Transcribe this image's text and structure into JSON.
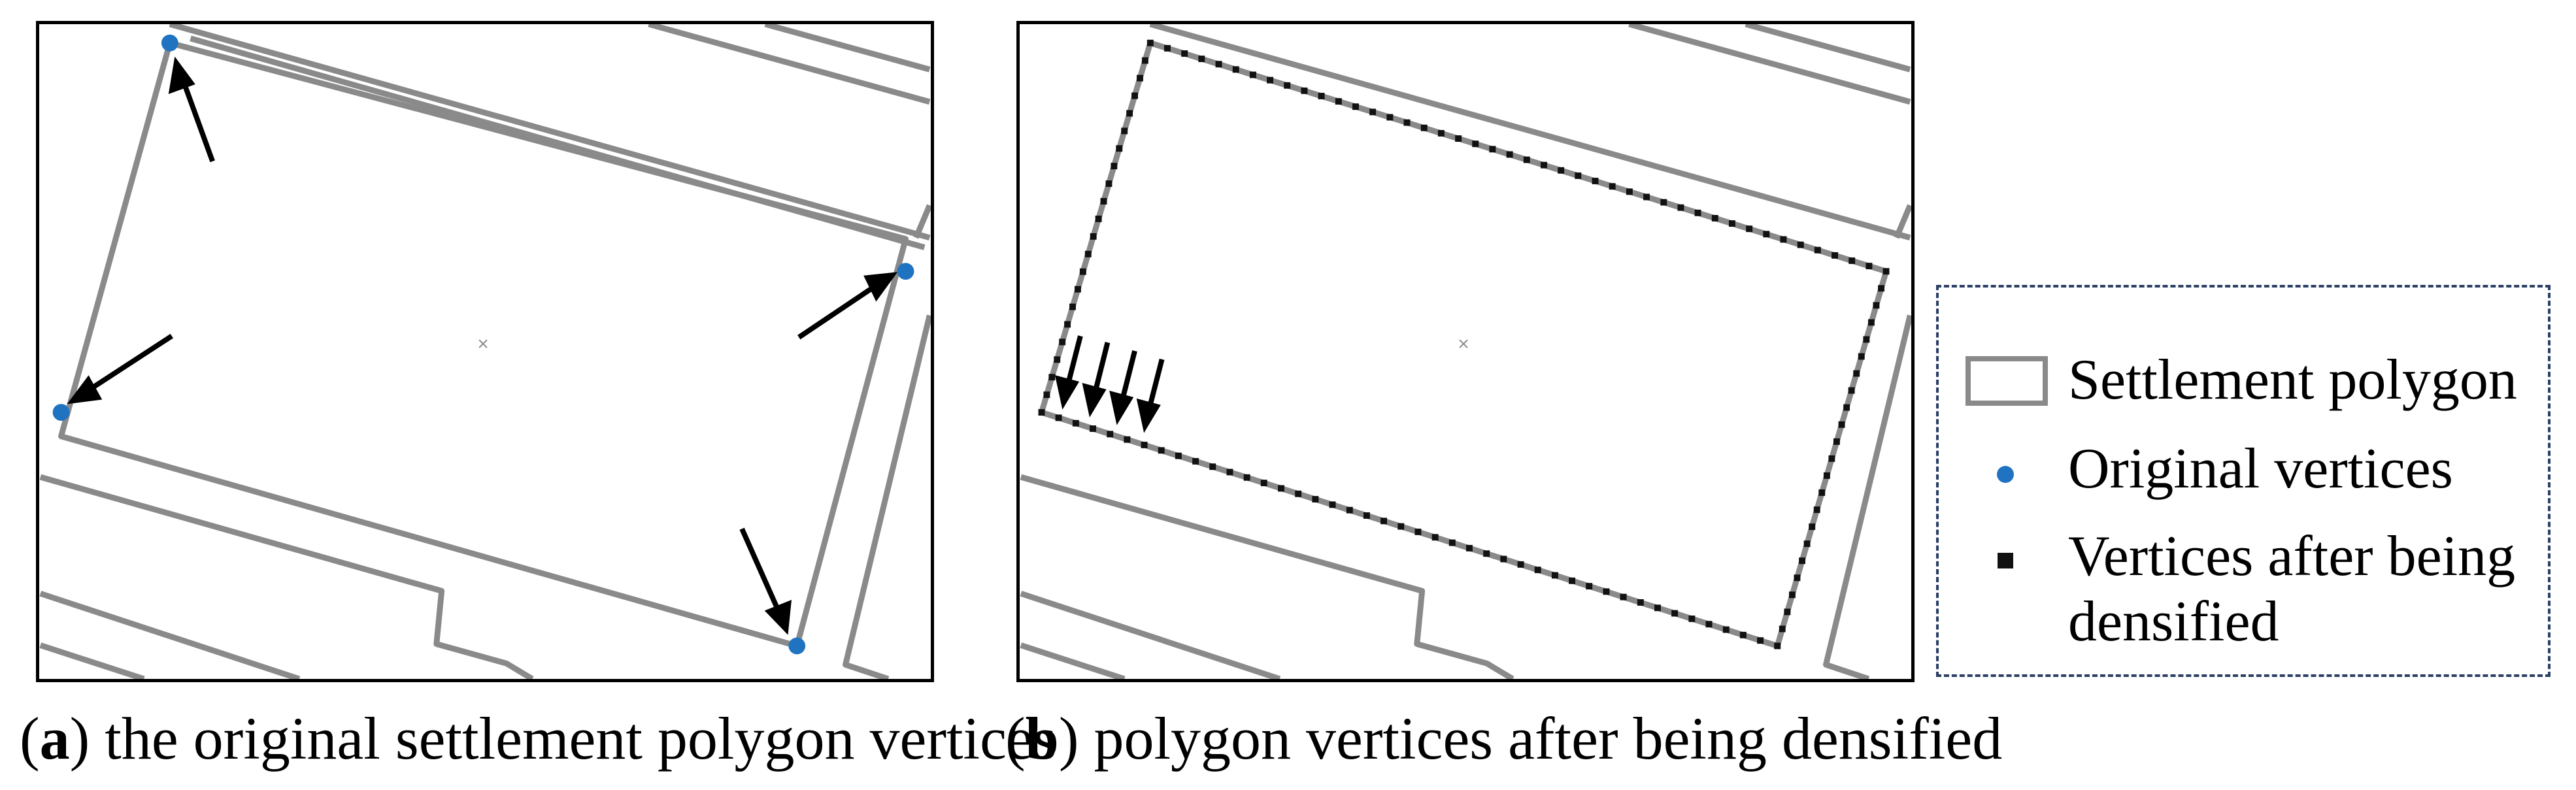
{
  "panels": {
    "a": {
      "caption_letter": "a",
      "caption_text": " the original settlement polygon vertices"
    },
    "b": {
      "caption_letter": "b",
      "caption_text": " polygon vertices after being densified"
    }
  },
  "legend": {
    "items": [
      {
        "symbol": "settlement-polygon-swatch",
        "label": "Settlement polygon"
      },
      {
        "symbol": "blue-dot",
        "label": "Original vertices"
      },
      {
        "symbol": "black-square",
        "label_line1": "Vertices after being",
        "label_line2": "densified"
      }
    ]
  },
  "colors": {
    "polygon_stroke": "#8a8a8a",
    "original_vertex": "#1f73c0",
    "densified_vertex": "#111111",
    "legend_border": "#2b3f63",
    "frame": "#000000"
  }
}
